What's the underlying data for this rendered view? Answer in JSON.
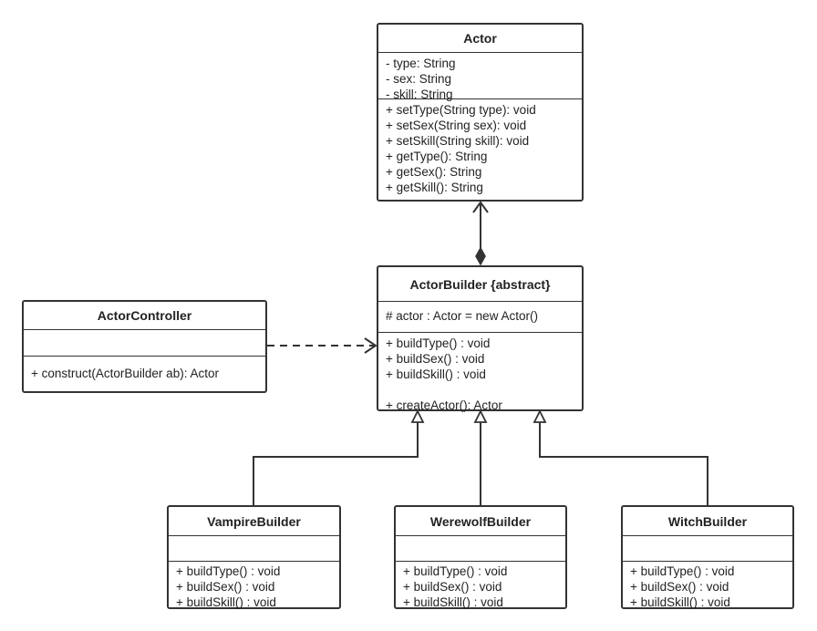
{
  "actor": {
    "name": "Actor",
    "attributes": [
      "- type: String",
      "- sex: String",
      "- skill: String"
    ],
    "methods": [
      "+ setType(String type): void",
      "+ setSex(String sex): void",
      "+ setSkill(String skill): void",
      "+ getType(): String",
      "+ getSex(): String",
      "+ getSkill(): String"
    ]
  },
  "actor_builder": {
    "name": "ActorBuilder {abstract}",
    "attributes": [
      "# actor : Actor = new Actor()"
    ],
    "methods": [
      "+ buildType() : void",
      "+ buildSex() : void",
      "+ buildSkill() : void",
      "",
      "+ createActor(): Actor"
    ]
  },
  "actor_controller": {
    "name": "ActorController",
    "methods": [
      "+ construct(ActorBuilder ab): Actor"
    ]
  },
  "vampire_builder": {
    "name": "VampireBuilder",
    "methods": [
      "+ buildType() : void",
      "+ buildSex() : void",
      "+ buildSkill() : void"
    ]
  },
  "werewolf_builder": {
    "name": "WerewolfBuilder",
    "methods": [
      "+ buildType() : void",
      "+ buildSex() : void",
      "+ buildSkill() : void"
    ]
  },
  "witch_builder": {
    "name": "WitchBuilder",
    "methods": [
      "+ buildType() : void",
      "+ buildSex() : void",
      "+ buildSkill() : void"
    ]
  }
}
